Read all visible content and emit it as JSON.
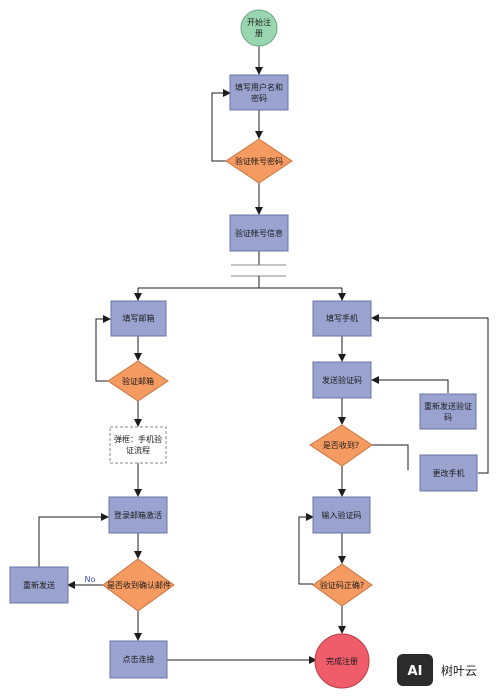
{
  "nodes": {
    "start": "开始注册",
    "fill_user": "填写用户名和密码",
    "verify_account": "验证帐号密码",
    "verify_info": "验证帐号信息",
    "fill_email": "填写邮箱",
    "verify_email": "验证邮箱",
    "popup_phone": "弹框：手机验证流程",
    "login_email": "登录邮箱激活",
    "received_email": "是否收到确认邮件",
    "resend": "重新发送",
    "click_link": "点击连接",
    "fill_phone": "填写手机",
    "send_code": "发送验证码",
    "received_q": "是否收到?",
    "resend_code": "重新发送验证码",
    "change_phone": "更改手机",
    "input_code": "输入验证码",
    "code_correct": "验证码正确?",
    "finish": "完成注册"
  },
  "edge_labels": {
    "no": "No"
  },
  "watermark": {
    "text": "树叶云",
    "logo_text": "AI"
  },
  "colors": {
    "process": "#9aa3cf",
    "process_border": "#6b74a8",
    "decision": "#f59b62",
    "decision_border": "#c9753f",
    "start": "#99d6b0",
    "end": "#ef5d6a",
    "line": "#1c1c1c"
  }
}
